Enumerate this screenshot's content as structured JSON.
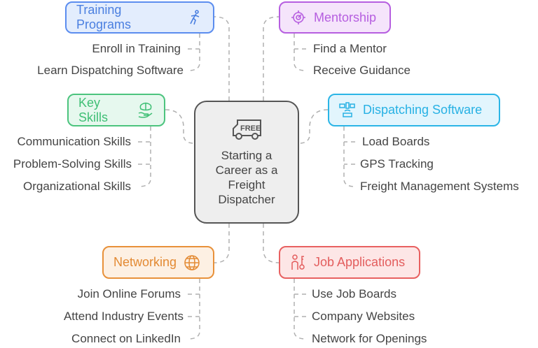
{
  "center": {
    "label_lines": [
      "Starting a",
      "Career as a",
      "Freight",
      "Dispatcher"
    ],
    "icon": "free-delivery-truck-icon",
    "icon_text": "FREE"
  },
  "branches": {
    "training": {
      "label": "Training Programs",
      "icon": "person-running-icon",
      "color": "#4a7fe0",
      "fill": "#e3edfd",
      "items": [
        "Enroll in Training",
        "Learn Dispatching Software"
      ]
    },
    "mentorship": {
      "label": "Mentorship",
      "icon": "target-icon",
      "color": "#b65ee0",
      "fill": "#f5e4fb",
      "items": [
        "Find a Mentor",
        "Receive Guidance"
      ]
    },
    "skills": {
      "label": "Key Skills",
      "icon": "brain-hand-icon",
      "color": "#3fbf75",
      "fill": "#e6f8ee",
      "items": [
        "Communication Skills",
        "Problem-Solving Skills",
        "Organizational Skills"
      ]
    },
    "software": {
      "label": "Dispatching Software",
      "icon": "devices-icon",
      "color": "#27b1e4",
      "fill": "#e2f5fd",
      "items": [
        "Load Boards",
        "GPS Tracking",
        "Freight Management Systems"
      ]
    },
    "networking": {
      "label": "Networking",
      "icon": "globe-icon",
      "color": "#e38a33",
      "fill": "#fdf0e3",
      "items": [
        "Join Online Forums",
        "Attend Industry Events",
        "Connect on LinkedIn"
      ]
    },
    "jobs": {
      "label": "Job Applications",
      "icon": "person-key-icon",
      "color": "#e35d5d",
      "fill": "#fde6e6",
      "items": [
        "Use Job Boards",
        "Company Websites",
        "Network for Openings"
      ]
    }
  }
}
